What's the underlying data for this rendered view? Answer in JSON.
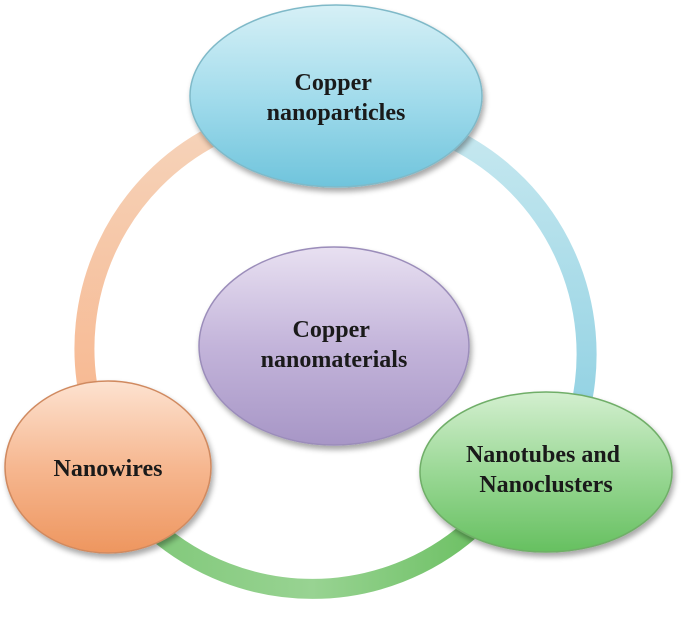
{
  "diagram": {
    "center": {
      "lines": [
        "Copper",
        "nanomaterials"
      ],
      "color": "#b9a8d2"
    },
    "nodes": [
      {
        "id": "top",
        "lines": [
          "Copper",
          "nanoparticles"
        ],
        "color": "#8fd1e3"
      },
      {
        "id": "right",
        "lines": [
          "Nanotubes and",
          "Nanoclusters"
        ],
        "color": "#8fcf8a"
      },
      {
        "id": "left",
        "lines": [
          "Nanowires"
        ],
        "color": "#f3a97a"
      }
    ],
    "ring_colors": {
      "top_right": "#a8dbe6",
      "right_left": "#8fcf8a",
      "left_top": "#f4c4a2"
    }
  }
}
